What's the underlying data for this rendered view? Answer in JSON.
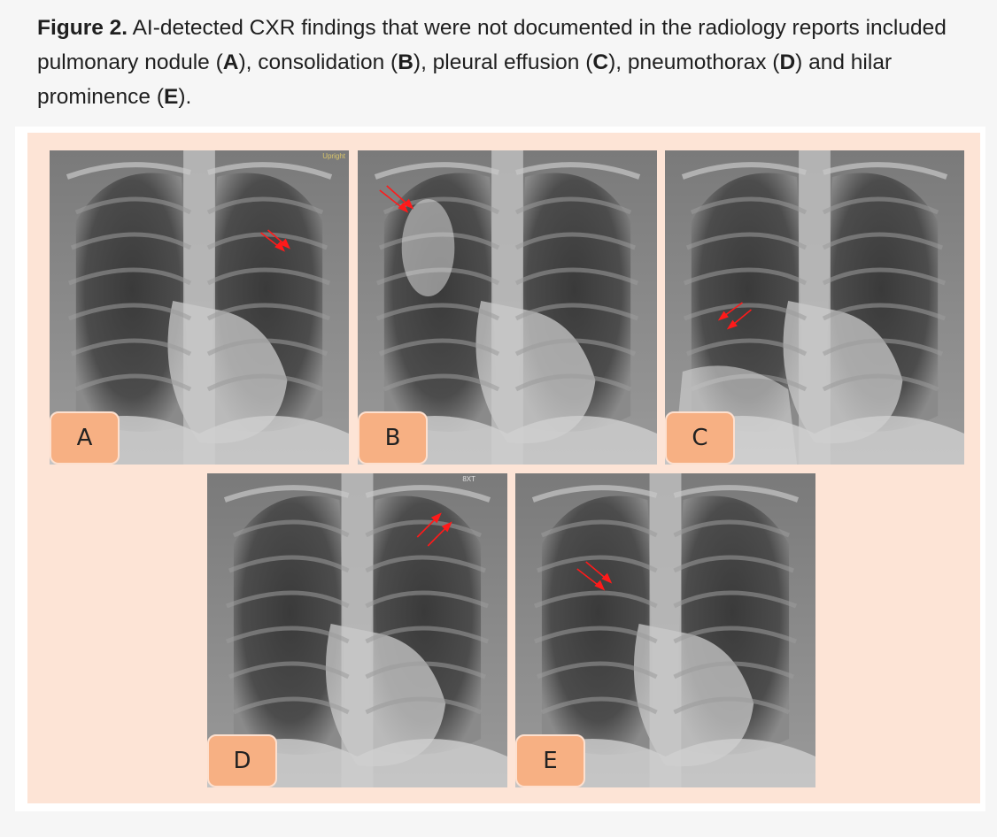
{
  "caption": {
    "figure_label": "Figure 2.",
    "text_1": " AI-detected CXR findings that were not documented in the radiology reports included pulmonary nodule (",
    "A": "A",
    "text_2": "), consolidation (",
    "B": "B",
    "text_3": "), pleural effusion (",
    "C": "C",
    "text_4": "), pneumothorax (",
    "D": "D",
    "text_5": ") and hilar prominence (",
    "E": "E",
    "text_6": ")."
  },
  "panels": [
    {
      "label": "A",
      "marker": "Upright"
    },
    {
      "label": "B"
    },
    {
      "label": "C"
    },
    {
      "label": "D",
      "marker": "8XT"
    },
    {
      "label": "E"
    }
  ],
  "colors": {
    "panel_background": "#fde4d6",
    "label_box": "#f7b083",
    "arrow": "#ff1a1a"
  }
}
